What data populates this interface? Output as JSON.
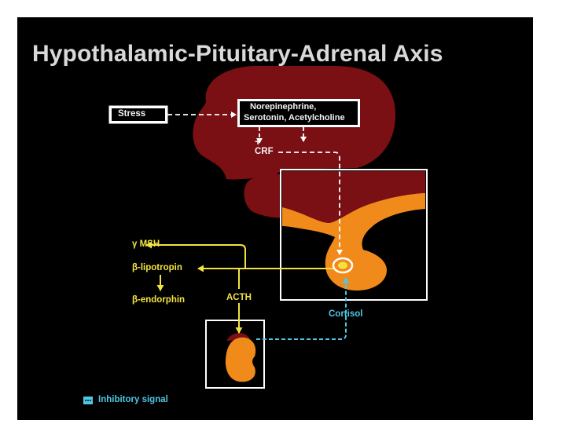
{
  "title": "Hypothalamic-Pituitary-Adrenal Axis",
  "labels": {
    "stress": "Stress",
    "neuro_line1": "Norepinephrine,",
    "neuro_line2": "Serotonin, Acetylcholine",
    "plus": "+",
    "crf": "CRF",
    "msh": "γ MSH",
    "lipotropin": "β-lipotropin",
    "endorphin": "β-endorphin",
    "acth": "ACTH",
    "cortisol": "Cortisol",
    "legend": "Inhibitory signal"
  },
  "colors": {
    "background": "#000000",
    "hypothalamus": "#7a0f14",
    "pituitary": "#f08a1a",
    "stimulatory_arrow": "#f3e340",
    "inhibitory_arrow": "#4fc7e3",
    "neural_arrow": "#ffffff"
  }
}
